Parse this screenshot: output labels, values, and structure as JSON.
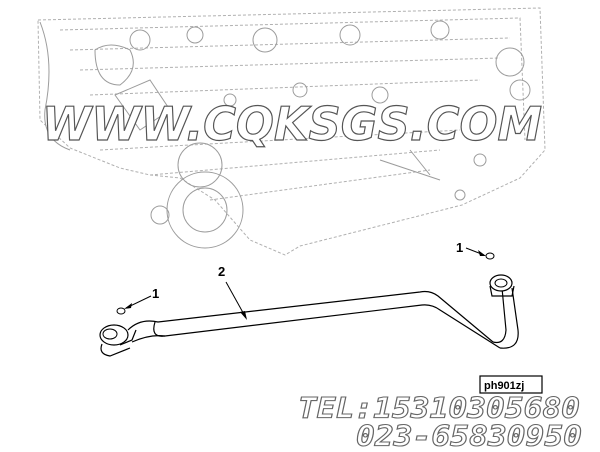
{
  "watermark": {
    "text": "WWW.CQKSGS.COM"
  },
  "callouts": [
    {
      "id": "oring-right",
      "label": "1"
    },
    {
      "id": "tube",
      "label": "2"
    },
    {
      "id": "oring-left",
      "label": "1"
    }
  ],
  "reference_box": {
    "code": "ph901zj"
  },
  "contact": {
    "tel": "TEL:15310305680",
    "phone": "023-65830950"
  },
  "colors": {
    "line": "#000000",
    "engine": "#a0a0a0",
    "watermark_outline": "#555555"
  }
}
